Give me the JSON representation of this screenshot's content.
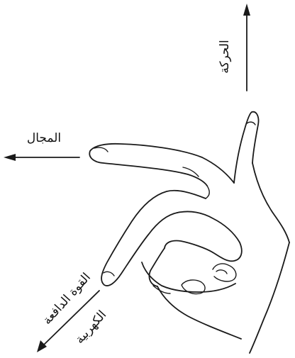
{
  "labels": {
    "motion": "الحركة",
    "field": "المجال",
    "emf_line1": "القوة الدافعة",
    "emf_line2": "الكهربية"
  },
  "colors": {
    "ink": "#1a1a1a",
    "background": "#ffffff"
  }
}
